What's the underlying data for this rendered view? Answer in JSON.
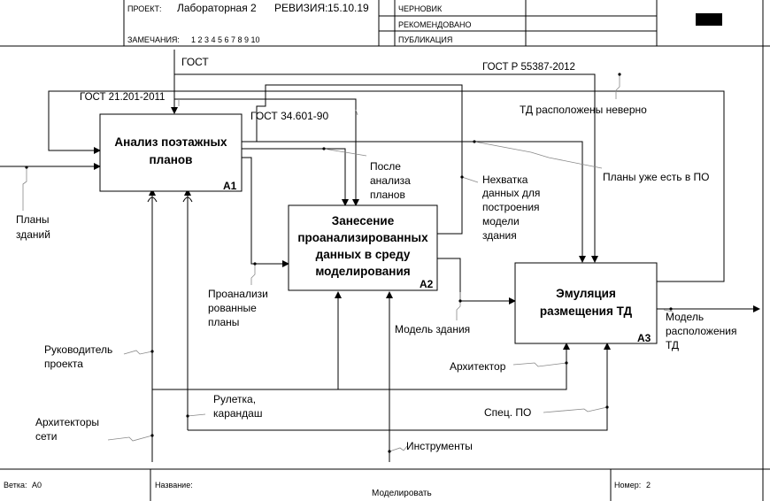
{
  "header": {
    "project_label": "ПРОЕКТ:",
    "project_value": "Лабораторная 2",
    "revision_label": "РЕВИЗИЯ:",
    "revision_value": "15.10.19",
    "notes_label": "ЗАМЕЧАНИЯ:",
    "notes_value": "1 2 3 4 5 6 7 8 9 10",
    "status_draft": "ЧЕРНОВИК",
    "status_recommended": "РЕКОМЕНДОВАНО",
    "status_publication": "ПУБЛИКАЦИЯ"
  },
  "boxes": {
    "a1": {
      "title_line1": "Анализ поэтажных",
      "title_line2": "планов",
      "number": "A1"
    },
    "a2": {
      "title_line1": "Занесение",
      "title_line2": "проанализированных",
      "title_line3": "данных в среду",
      "title_line4": "моделирования",
      "number": "A2"
    },
    "a3": {
      "title_line1": "Эмуляция",
      "title_line2": "размещения ТД",
      "number": "A3"
    }
  },
  "arrows": {
    "gost": "ГОСТ",
    "gost_r": "ГОСТ Р 55387-2012",
    "gost_21": "ГОСТ 21.201-2011",
    "gost_34": "ГОСТ 34.601-90",
    "td_wrong_placement": "ТД расположены неверно",
    "after_analysis": [
      "После",
      "анализа",
      "планов"
    ],
    "plans_exist": "Планы уже есть в ПО",
    "missing_data": [
      "Нехватка",
      "данных для",
      "построения",
      "модели",
      "здания"
    ],
    "building_plans": [
      "Планы",
      "зданий"
    ],
    "analyzed_plans": [
      "Проанализи",
      "рованные",
      "планы"
    ],
    "building_model": "Модель здания",
    "placement_model": [
      "Модель",
      "расположения",
      "ТД"
    ],
    "project_manager": [
      "Руководитель",
      "проекта"
    ],
    "network_architects": [
      "Архитекторы",
      "сети"
    ],
    "tape_pencil": [
      "Рулетка,",
      "карандаш"
    ],
    "architect": "Архитектор",
    "special_software": "Спец. ПО",
    "tools": "Инструменты"
  },
  "footer": {
    "node_label": "Ветка:",
    "node_value": "A0",
    "title_label": "Название:",
    "title_value": "Моделировать",
    "number_label": "Номер:",
    "number_value": "2"
  }
}
